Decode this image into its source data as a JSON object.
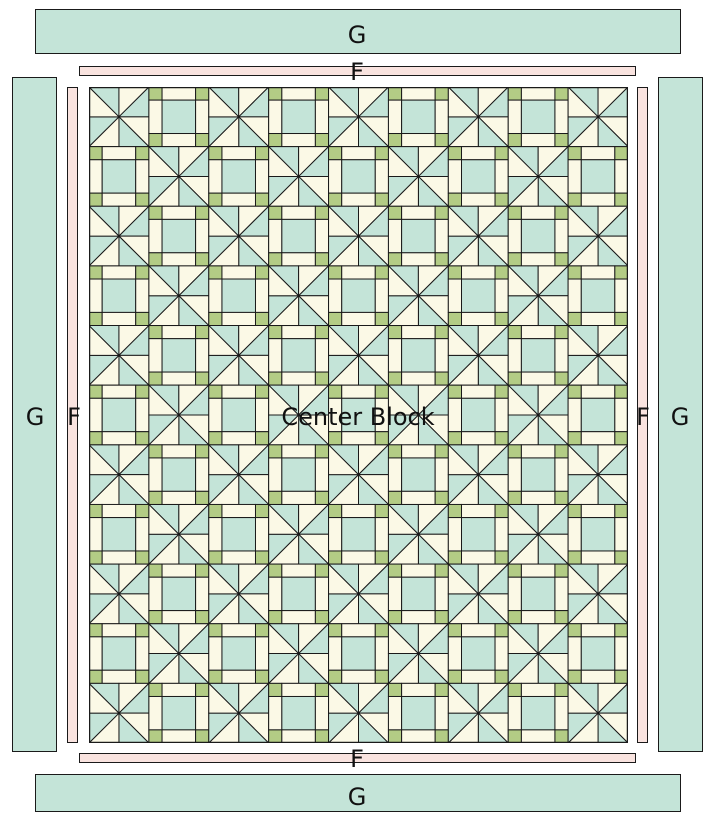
{
  "labels": {
    "border_g": "G",
    "border_f": "F",
    "center": "Center Block"
  },
  "colors": {
    "border_g_fill": "#c4e4d8",
    "border_f_fill": "#f9e3df",
    "block_mint": "#c4e4d8",
    "block_cream": "#fbf9e6",
    "cornerstone_green": "#b3cc85",
    "seam_line": "#1a1a1a"
  },
  "center_block": {
    "rows": 11,
    "columns": 9,
    "block_types": [
      "pinwheel",
      "nine-patch"
    ],
    "arrangement": "checkerboard"
  }
}
